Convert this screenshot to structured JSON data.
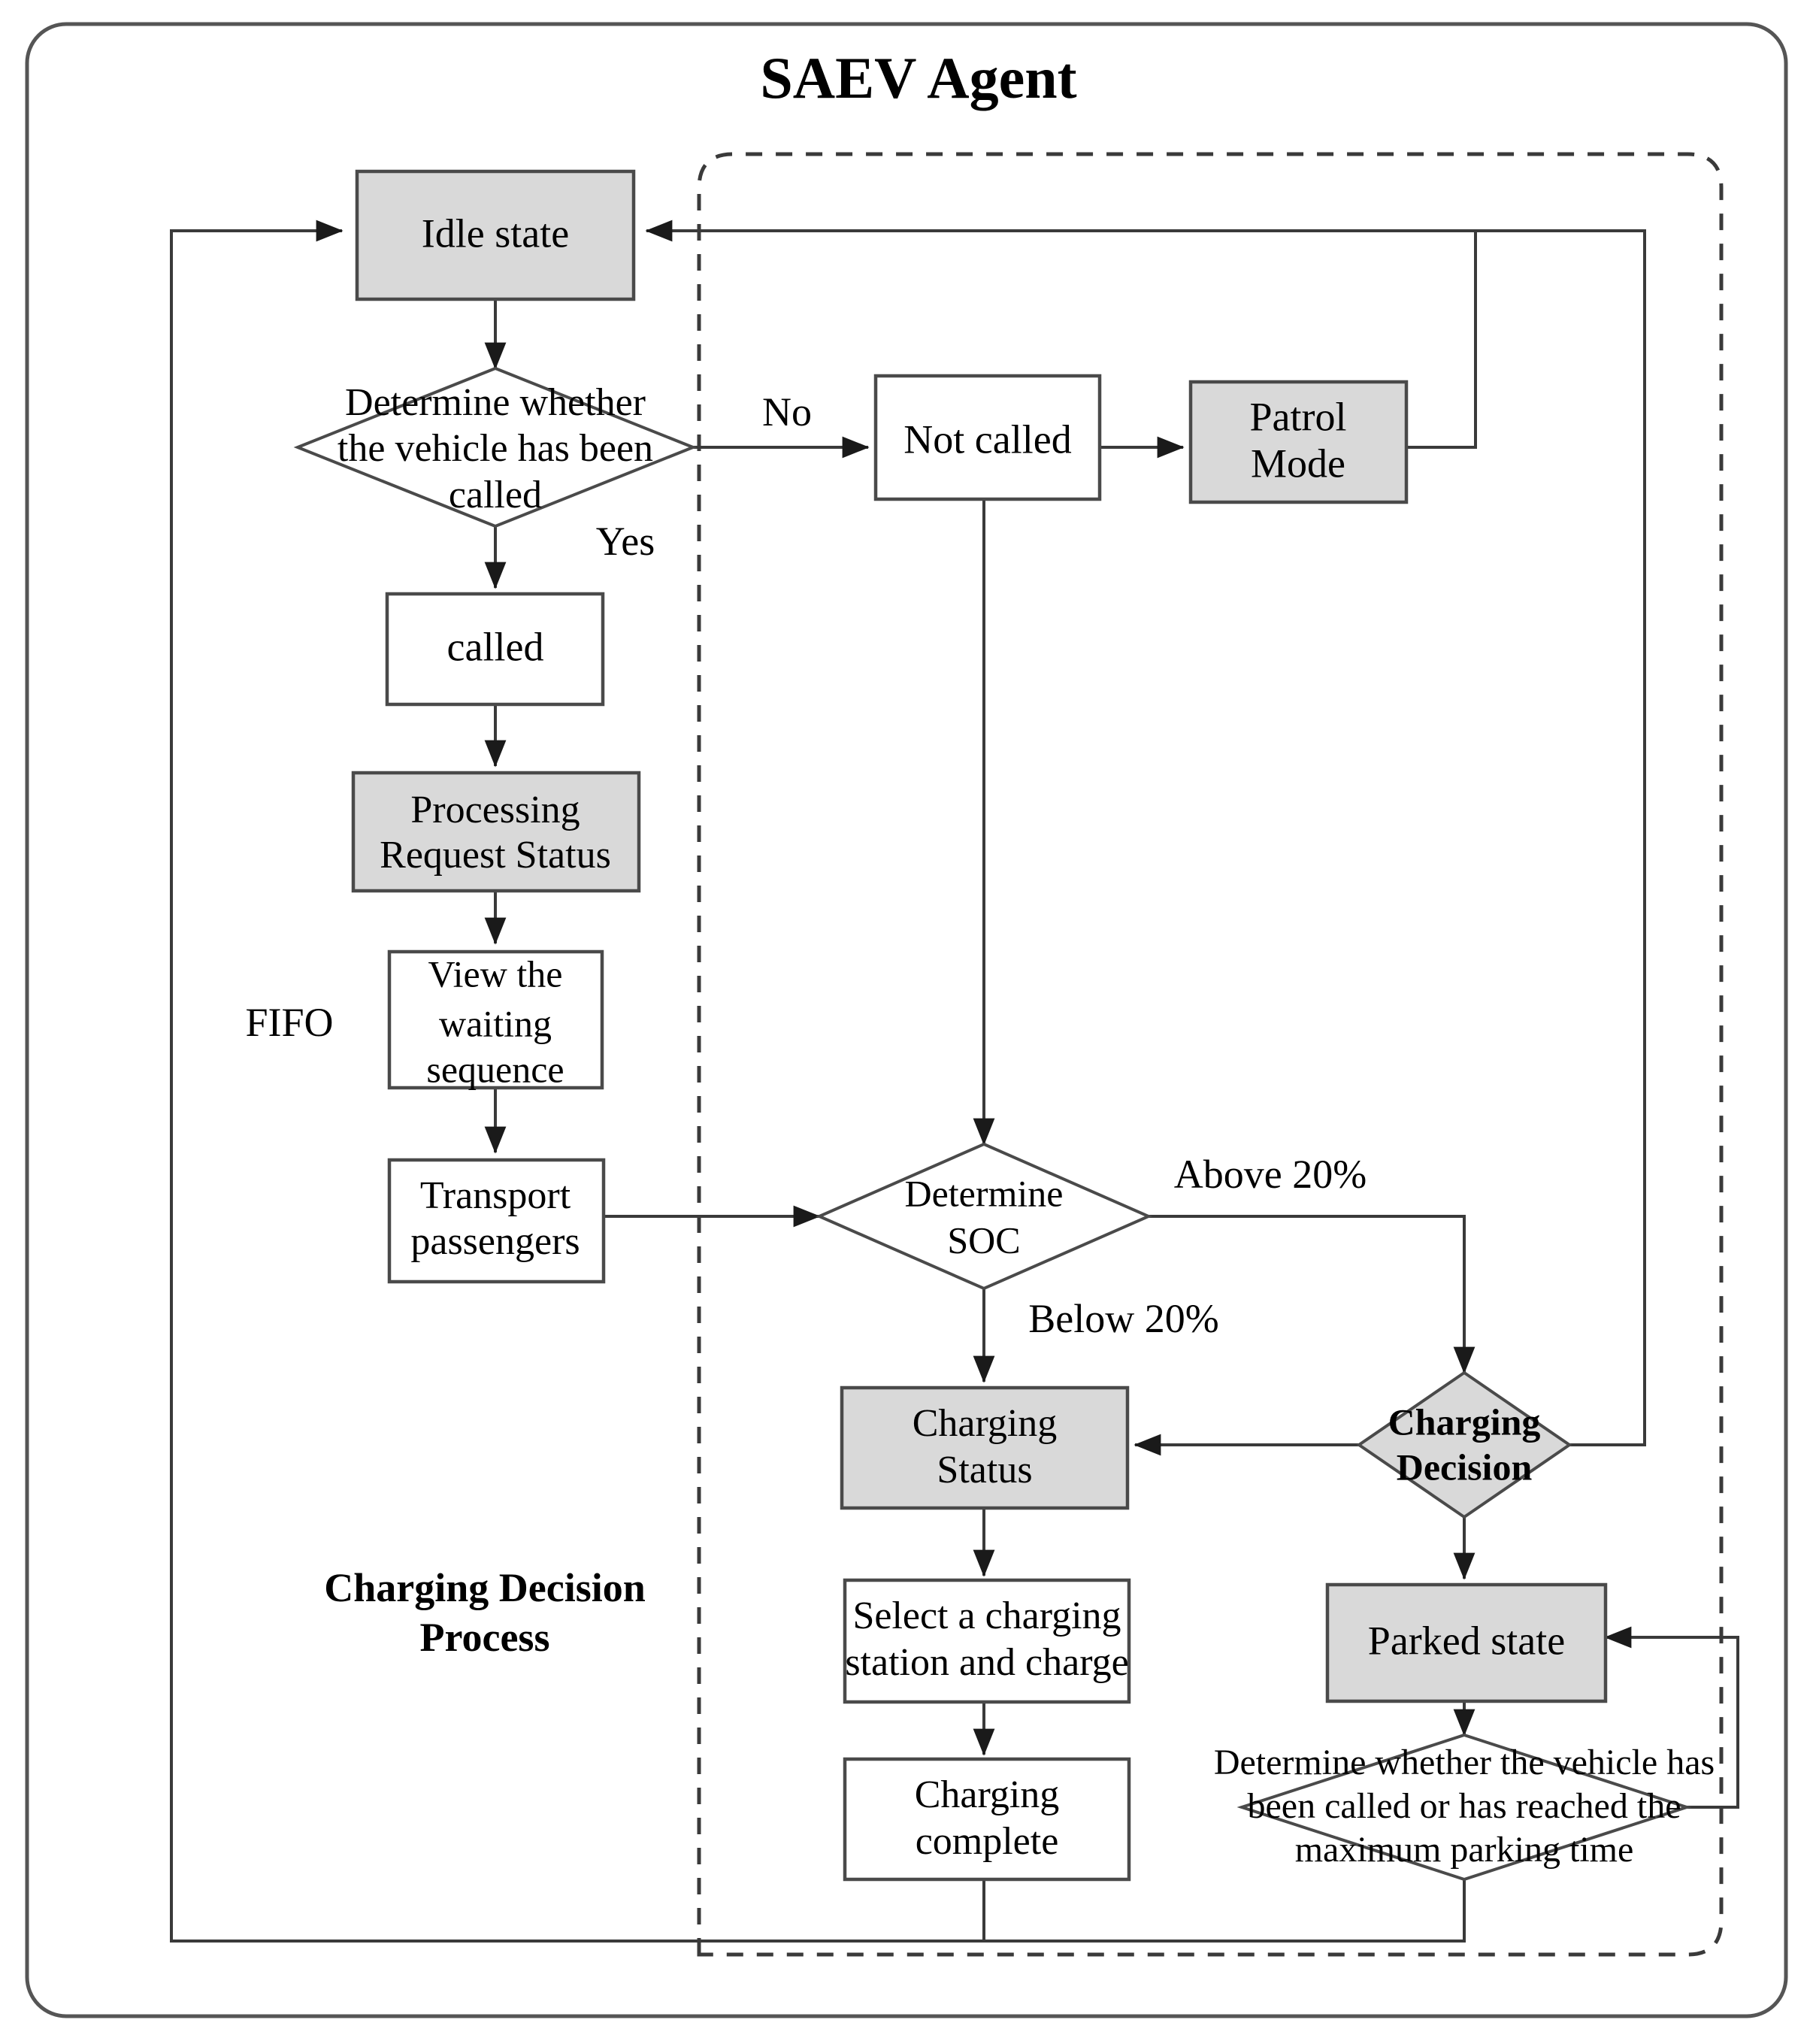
{
  "diagram": {
    "title": "SAEV Agent",
    "subgroup_label": "Charging Decision Process",
    "side_note": "FIFO",
    "colors": {
      "shaded_fill": "#d9d9d9",
      "plain_fill": "#ffffff",
      "stroke": "#4a4a4a",
      "text": "#000000"
    }
  },
  "nodes": [
    {
      "id": "idle-state",
      "label": "Idle state",
      "type": "process",
      "shaded": true
    },
    {
      "id": "determine-called",
      "label": "Determine whether the vehicle has been called",
      "type": "decision",
      "shaded": false
    },
    {
      "id": "not-called",
      "label": "Not called",
      "type": "process",
      "shaded": false
    },
    {
      "id": "patrol-mode",
      "label": "Patrol Mode",
      "type": "process",
      "shaded": true
    },
    {
      "id": "called",
      "label": "called",
      "type": "process",
      "shaded": false
    },
    {
      "id": "processing-request",
      "label": "Processing Request Status",
      "type": "process",
      "shaded": true
    },
    {
      "id": "view-waiting-sequence",
      "label": "View the waiting sequence",
      "type": "process",
      "shaded": false
    },
    {
      "id": "transport-passengers",
      "label": "Transport passengers",
      "type": "process",
      "shaded": false
    },
    {
      "id": "determine-soc",
      "label": "Determine SOC",
      "type": "decision",
      "shaded": false
    },
    {
      "id": "charging-status",
      "label": "Charging Status",
      "type": "process",
      "shaded": true
    },
    {
      "id": "charging-decision",
      "label": "Charging Decision",
      "type": "decision",
      "shaded": true,
      "bold": true
    },
    {
      "id": "select-station",
      "label": "Select a charging station and charge",
      "type": "process",
      "shaded": false
    },
    {
      "id": "charging-complete",
      "label": "Charging complete",
      "type": "process",
      "shaded": false
    },
    {
      "id": "parked-state",
      "label": "Parked state",
      "type": "process",
      "shaded": true
    },
    {
      "id": "determine-parked-exit",
      "label": "Determine whether the vehicle has been called or has reached the maximum parking time",
      "type": "decision",
      "shaded": false
    }
  ],
  "node_text": {
    "idle_state": "Idle state",
    "determine_called_l1": "Determine whether",
    "determine_called_l2": "the vehicle has been",
    "determine_called_l3": "called",
    "not_called": "Not called",
    "patrol_mode_l1": "Patrol",
    "patrol_mode_l2": "Mode",
    "called": "called",
    "processing_l1": "Processing",
    "processing_l2": "Request Status",
    "view_l1": "View the",
    "view_l2": "waiting",
    "view_l3": "sequence",
    "transport_l1": "Transport",
    "transport_l2": "passengers",
    "soc_l1": "Determine",
    "soc_l2": "SOC",
    "charging_status_l1": "Charging",
    "charging_status_l2": "Status",
    "charging_decision_l1": "Charging",
    "charging_decision_l2": "Decision",
    "select_station_l1": "Select a charging",
    "select_station_l2": "station and charge",
    "charging_complete_l1": "Charging",
    "charging_complete_l2": "complete",
    "parked_state": "Parked state",
    "parked_exit_l1": "Determine whether the vehicle has",
    "parked_exit_l2": "been called or has reached the",
    "parked_exit_l3": "maximum parking time"
  },
  "edge_labels": {
    "no": "No",
    "yes": "Yes",
    "above_20": "Above 20%",
    "below_20": "Below 20%"
  },
  "edges": [
    {
      "from": "idle-state",
      "to": "determine-called",
      "label": ""
    },
    {
      "from": "determine-called",
      "to": "not-called",
      "label": "No"
    },
    {
      "from": "determine-called",
      "to": "called",
      "label": "Yes"
    },
    {
      "from": "not-called",
      "to": "patrol-mode",
      "label": ""
    },
    {
      "from": "patrol-mode",
      "to": "idle-state",
      "label": ""
    },
    {
      "from": "not-called",
      "to": "determine-soc",
      "label": ""
    },
    {
      "from": "called",
      "to": "processing-request",
      "label": ""
    },
    {
      "from": "processing-request",
      "to": "view-waiting-sequence",
      "label": ""
    },
    {
      "from": "view-waiting-sequence",
      "to": "transport-passengers",
      "label": ""
    },
    {
      "from": "transport-passengers",
      "to": "determine-soc",
      "label": ""
    },
    {
      "from": "determine-soc",
      "to": "charging-status",
      "label": "Below 20%"
    },
    {
      "from": "determine-soc",
      "to": "charging-decision",
      "label": "Above 20%"
    },
    {
      "from": "charging-decision",
      "to": "charging-status",
      "label": ""
    },
    {
      "from": "charging-decision",
      "to": "parked-state",
      "label": ""
    },
    {
      "from": "charging-status",
      "to": "select-station",
      "label": ""
    },
    {
      "from": "select-station",
      "to": "charging-complete",
      "label": ""
    },
    {
      "from": "charging-complete",
      "to": "idle-state",
      "label": ""
    },
    {
      "from": "parked-state",
      "to": "determine-parked-exit",
      "label": ""
    },
    {
      "from": "determine-parked-exit",
      "to": "parked-state",
      "label": ""
    },
    {
      "from": "determine-parked-exit",
      "to": "idle-state",
      "label": ""
    }
  ]
}
